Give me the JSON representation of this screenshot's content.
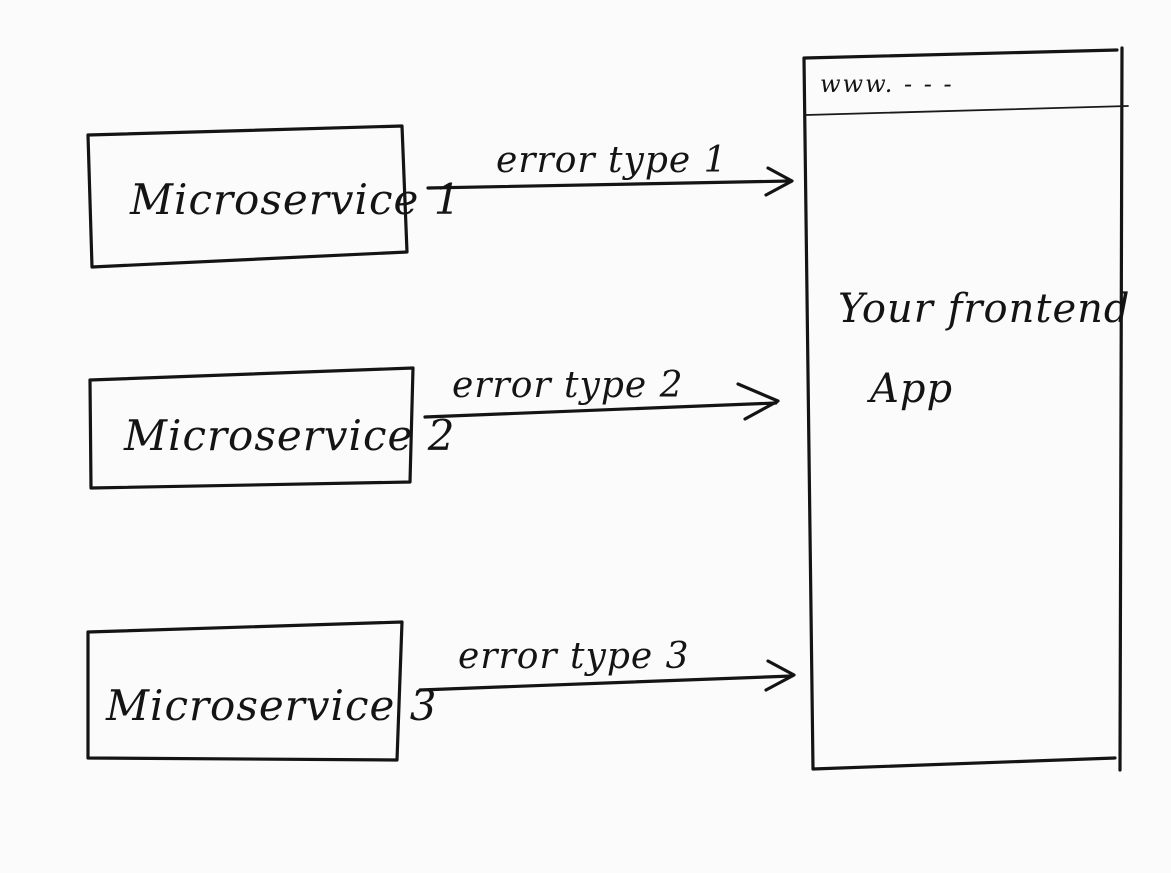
{
  "diagram": {
    "microservices": [
      {
        "label": "Microservice 1"
      },
      {
        "label": "Microservice 2"
      },
      {
        "label": "Microservice 3"
      }
    ],
    "arrows": [
      {
        "label": "error type 1"
      },
      {
        "label": "error type 2"
      },
      {
        "label": "error type 3"
      }
    ],
    "frontend": {
      "url": "www. - - -",
      "title_line1": "Your frontend",
      "title_line2": "App"
    }
  },
  "colors": {
    "ink": "#141414",
    "paper": "#fbfbfb"
  }
}
